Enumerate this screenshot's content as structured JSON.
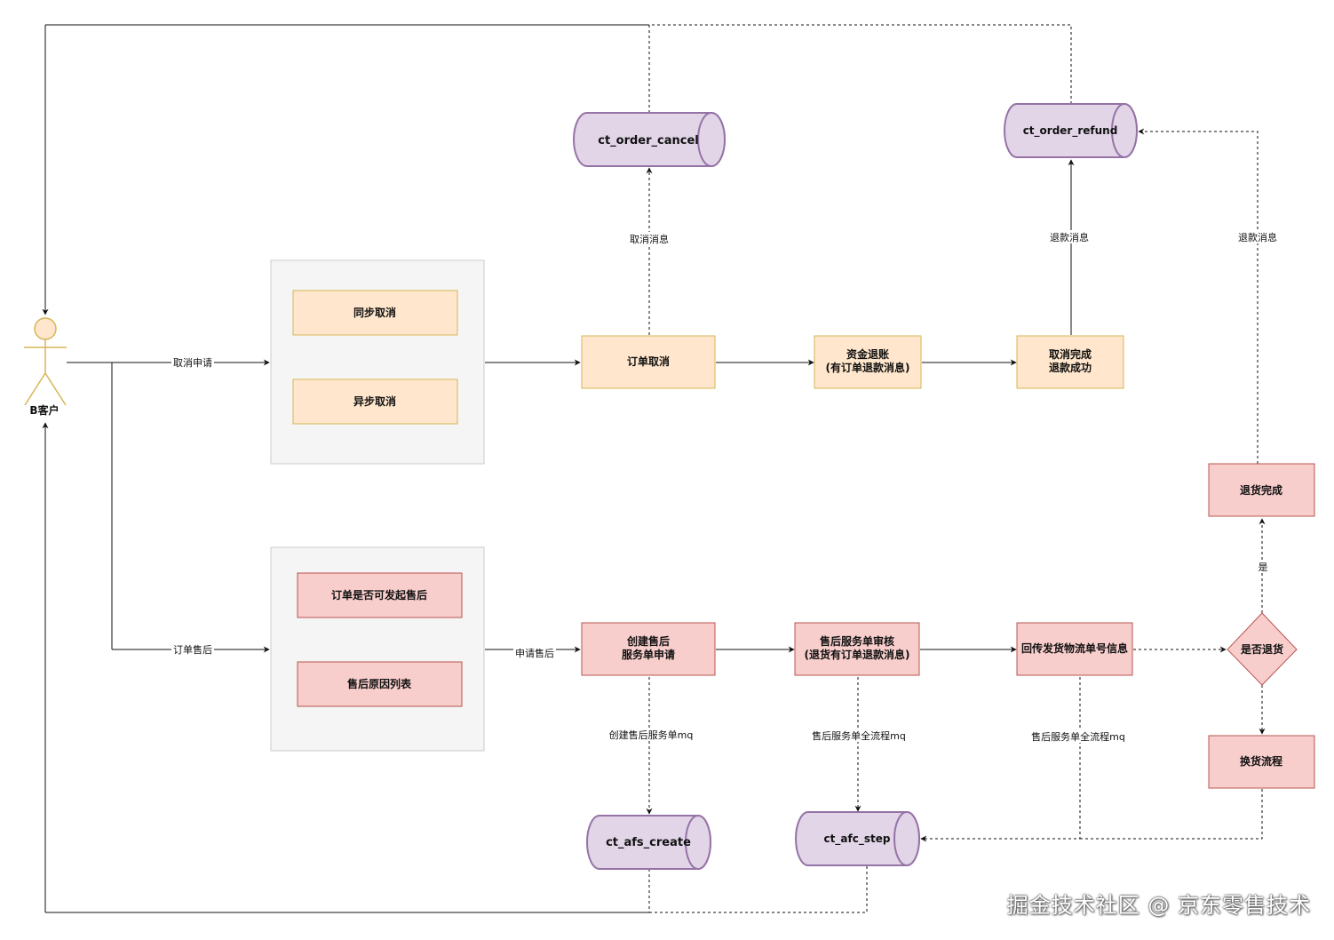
{
  "actor": {
    "label": "B客户"
  },
  "groups": {
    "cancel_options": [
      "同步取消",
      "异步取消"
    ],
    "aftersale_options": [
      "订单是否可发起售后",
      "售后原因列表"
    ]
  },
  "nodes": {
    "order_cancel": "订单取消",
    "fund_refund": [
      "资金退账",
      "(有订单退款消息)"
    ],
    "cancel_done": [
      "取消完成",
      "退款成功"
    ],
    "create_aftersale": [
      "创建售后",
      "服务单申请"
    ],
    "aftersale_review": [
      "售后服务单审核",
      "(退货有订单退款消息)"
    ],
    "logistics_info": "回传发货物流单号信息",
    "is_return": "是否退货",
    "return_done": "退货完成",
    "exchange_flow": "换货流程"
  },
  "queues": {
    "order_cancel": "ct_order_cancel",
    "order_refund": "ct_order_refund",
    "afs_create": "ct_afs_create",
    "afc_step": "ct_afc_step"
  },
  "edge_labels": {
    "cancel_apply": "取消申请",
    "order_aftersale": "订单售后",
    "apply_aftersale": "申请售后",
    "cancel_msg": "取消消息",
    "refund_msg_1": "退款消息",
    "refund_msg_2": "退款消息",
    "yes": "是",
    "create_mq": "创建售后服务单mq",
    "flow_mq_1": "售后服务单全流程mq",
    "flow_mq_2": "售后服务单全流程mq"
  },
  "watermark": "掘金技术社区 @ 京东零售技术",
  "colors": {
    "orange_fill": "#ffe6cc",
    "orange_stroke": "#d6b656",
    "red_fill": "#f8cecc",
    "red_stroke": "#b85450",
    "purple_fill": "#e1d5e7",
    "purple_stroke": "#9673a6",
    "group_fill": "#f5f5f5",
    "group_stroke": "#cccccc",
    "actor_fill": "#ffe6cc",
    "actor_stroke": "#d6b656"
  }
}
